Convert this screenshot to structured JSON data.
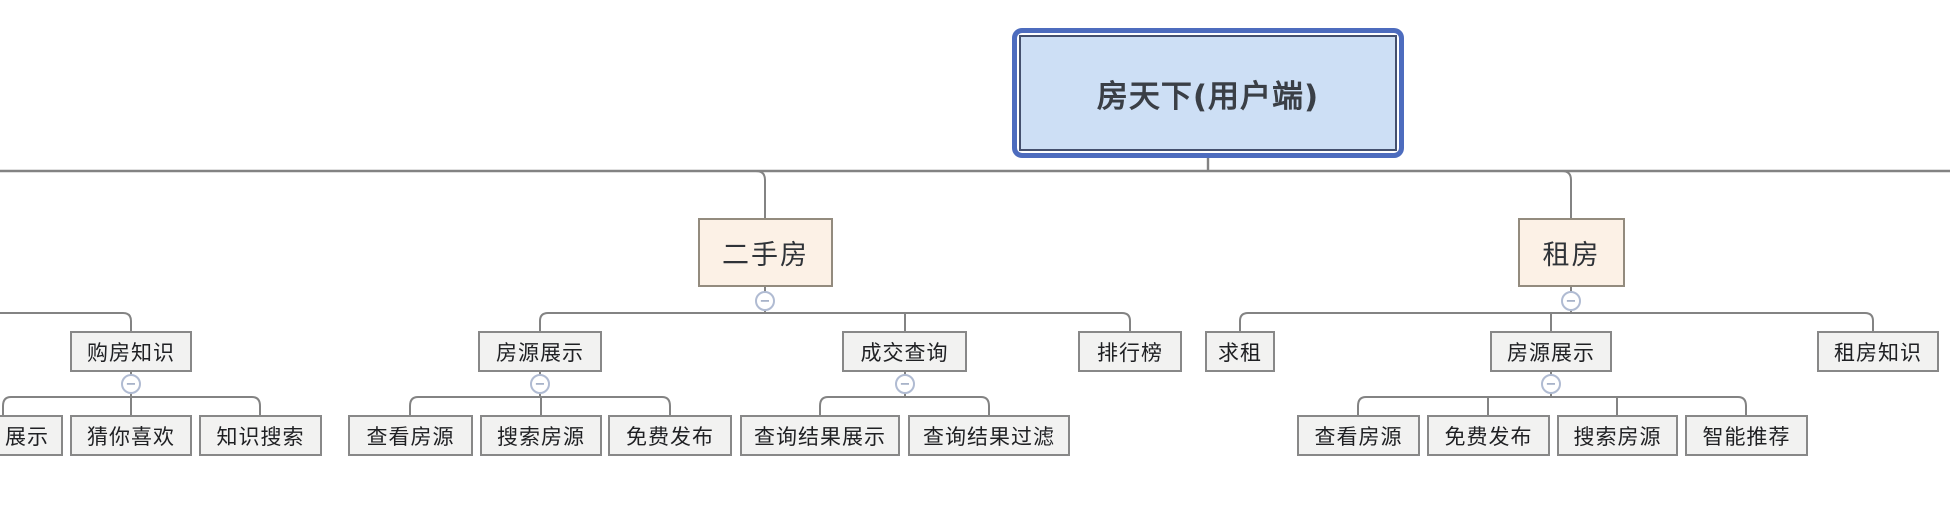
{
  "diagram": {
    "kind": "mindmap-org-chart",
    "background": "#ffffff",
    "line_color": "#838383"
  },
  "colors": {
    "root_fill": "#cddff5",
    "root_border": "#4d6cbe",
    "root_inner_border": "#44506e",
    "branch_fill": "#fcf1e6",
    "branch_border": "#938b7e",
    "node_fill": "#f2f2f1",
    "node_border": "#888888",
    "connector": "#838383",
    "collapse_border": "#b0bbd2",
    "collapse_glyph": "#6f82a6"
  },
  "collapse": {
    "symbol": "−"
  },
  "nodes": {
    "root": {
      "label": "房天下(用户端)"
    },
    "ershoufang": {
      "label": "二手房"
    },
    "zufang": {
      "label": "租房"
    },
    "goufang_zhishi": {
      "label": "购房知识"
    },
    "fangyuan_zhanshi_1": {
      "label": "房源展示"
    },
    "chengjiao_chaxun": {
      "label": "成交查询"
    },
    "paihangbang": {
      "label": "排行榜"
    },
    "qiuzu": {
      "label": "求租"
    },
    "fangyuan_zhanshi_2": {
      "label": "房源展示"
    },
    "zufang_zhishi": {
      "label": "租房知识"
    },
    "zhanshi_cut": {
      "label": "展示"
    },
    "cai_ni_xihuan": {
      "label": "猜你喜欢"
    },
    "zhishi_sousuo": {
      "label": "知识搜索"
    },
    "chakan_fangyuan_1": {
      "label": "查看房源"
    },
    "sousuo_fangyuan_1": {
      "label": "搜索房源"
    },
    "mianfei_fabu_1": {
      "label": "免费发布"
    },
    "chaxun_jieguo_zhanshi": {
      "label": "查询结果展示"
    },
    "chaxun_jieguo_guolv": {
      "label": "查询结果过滤"
    },
    "chakan_fangyuan_2": {
      "label": "查看房源"
    },
    "mianfei_fabu_2": {
      "label": "免费发布"
    },
    "sousuo_fangyuan_2": {
      "label": "搜索房源"
    },
    "zhineng_tuijian": {
      "label": "智能推荐"
    }
  }
}
